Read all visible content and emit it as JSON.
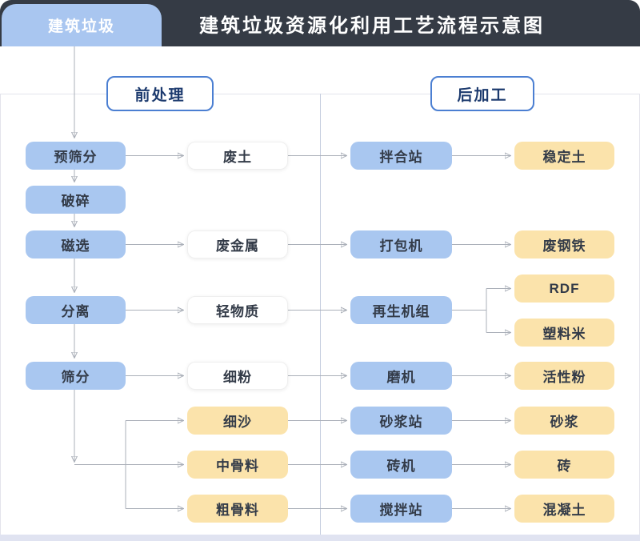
{
  "header": {
    "source_tab": "建筑垃圾",
    "title": "建筑垃圾资源化利用工艺流程示意图"
  },
  "sections": {
    "pre": "前处理",
    "post": "后加工"
  },
  "columns": {
    "pretreatment": [
      "预筛分",
      "破碎",
      "磁选",
      "分离",
      "筛分"
    ],
    "intermediate": [
      "废土",
      "废金属",
      "轻物质",
      "细粉",
      "细沙",
      "中骨料",
      "粗骨料"
    ],
    "machines": [
      "拌合站",
      "打包机",
      "再生机组",
      "磨机",
      "砂浆站",
      "砖机",
      "搅拌站"
    ],
    "products": [
      "稳定土",
      "废钢铁",
      "RDF",
      "塑料米",
      "活性粉",
      "砂浆",
      "砖",
      "混凝土"
    ]
  },
  "edges": [
    {
      "from": "建筑垃圾",
      "to": "预筛分"
    },
    {
      "from": "预筛分",
      "to": "破碎"
    },
    {
      "from": "破碎",
      "to": "磁选"
    },
    {
      "from": "磁选",
      "to": "分离"
    },
    {
      "from": "分离",
      "to": "筛分"
    },
    {
      "from": "预筛分",
      "to": "废土"
    },
    {
      "from": "磁选",
      "to": "废金属"
    },
    {
      "from": "分离",
      "to": "轻物质"
    },
    {
      "from": "筛分",
      "to": "细粉"
    },
    {
      "from": "筛分",
      "to": "细沙"
    },
    {
      "from": "筛分",
      "to": "中骨料"
    },
    {
      "from": "筛分",
      "to": "粗骨料"
    },
    {
      "from": "废土",
      "to": "拌合站"
    },
    {
      "from": "废金属",
      "to": "打包机"
    },
    {
      "from": "轻物质",
      "to": "再生机组"
    },
    {
      "from": "细粉",
      "to": "磨机"
    },
    {
      "from": "细沙",
      "to": "砂浆站"
    },
    {
      "from": "中骨料",
      "to": "砖机"
    },
    {
      "from": "粗骨料",
      "to": "搅拌站"
    },
    {
      "from": "拌合站",
      "to": "稳定土"
    },
    {
      "from": "打包机",
      "to": "废钢铁"
    },
    {
      "from": "再生机组",
      "to": "RDF"
    },
    {
      "from": "再生机组",
      "to": "塑料米"
    },
    {
      "from": "磨机",
      "to": "活性粉"
    },
    {
      "from": "砂浆站",
      "to": "砂浆"
    },
    {
      "from": "砖机",
      "to": "砖"
    },
    {
      "from": "搅拌站",
      "to": "混凝土"
    }
  ],
  "colors": {
    "header_bg": "#353b45",
    "blue_node": "#a9c7f0",
    "yellow_node": "#fbe3ab",
    "section_border": "#4b7fd2",
    "section_text": "#1c3a6e",
    "node_text": "#333b48",
    "connector": "#abb0b9",
    "divider": "#c6cedf",
    "bottom_strip": "#e0e3f1"
  }
}
